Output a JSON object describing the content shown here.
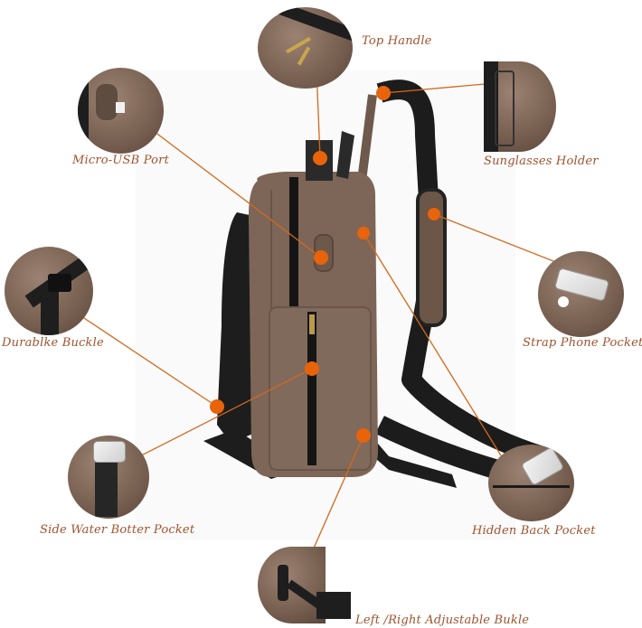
{
  "product": "Canvas sling backpack (side view)",
  "accent_color": "#e8630a",
  "label_color": "#a0522d",
  "features": [
    {
      "id": "top-handle",
      "label": "Top Handle"
    },
    {
      "id": "micro-usb-port",
      "label": "Micro-USB Port"
    },
    {
      "id": "sunglasses-holder",
      "label": "Sunglasses Holder"
    },
    {
      "id": "durable-buckle",
      "label": "Durablke Buckle"
    },
    {
      "id": "strap-phone-pocket",
      "label": "Strap Phone Pocket"
    },
    {
      "id": "side-water-bottle-pocket",
      "label": "Side Water Botter Pocket"
    },
    {
      "id": "hidden-back-pocket",
      "label": "Hidden Back Pocket"
    },
    {
      "id": "adjustable-buckle",
      "label": "Left /Right Adjustable Bukle"
    }
  ]
}
